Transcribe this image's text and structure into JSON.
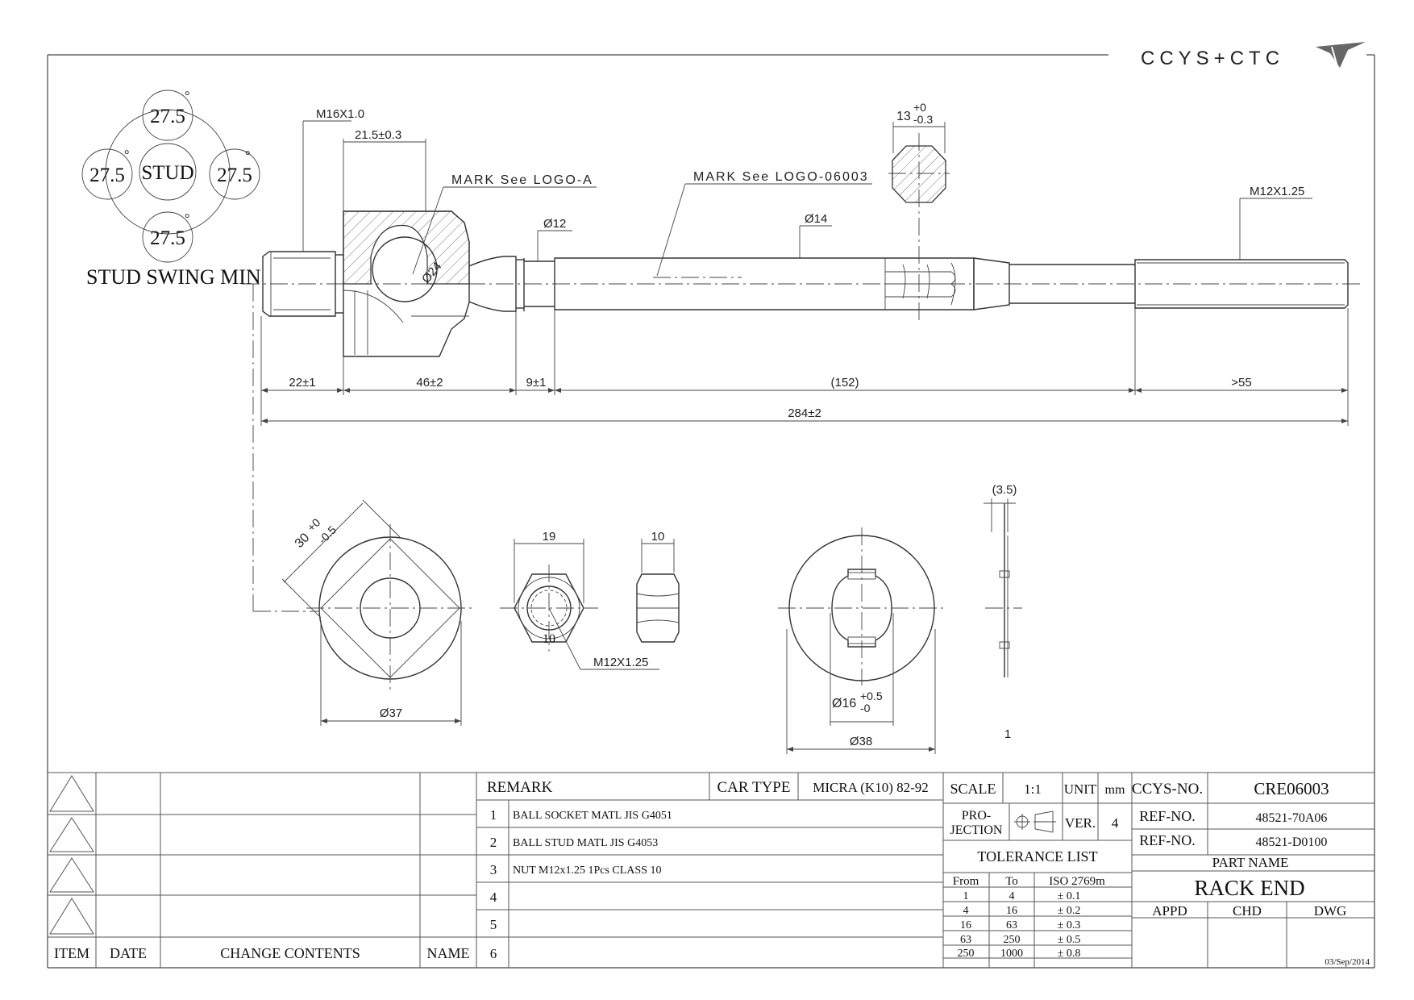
{
  "logo": {
    "text": "CCYS+CTC"
  },
  "stud_swing": {
    "angle_top": "27.5",
    "angle_left": "27.5",
    "angle_right": "27.5",
    "angle_bottom": "27.5",
    "degree_mark": "°",
    "center": "STUD",
    "caption": "STUD SWING MIN"
  },
  "rod_labels": {
    "thread_left": "M16X1.0",
    "socket_length": "21.5±0.3",
    "mark_a": "MARK See LOGO-A",
    "mark_b": "MARK See LOGO-06003",
    "dia_12": "Ø12",
    "dia_14": "Ø14",
    "dia_24": "Ø24",
    "hex_width_main": "13",
    "hex_width_upper": "+0",
    "hex_width_lower": "-0.3",
    "thread_right": "M12X1.25"
  },
  "rod_dims": {
    "d1": "22±1",
    "d2": "46±2",
    "d3": "9±1",
    "d4": "(152)",
    "d5": ">55",
    "overall": "284±2"
  },
  "detail_views": {
    "flat_main": "30",
    "flat_upper": "+0",
    "flat_lower": "-0.5",
    "disc_dia": "Ø37",
    "nut_width": "19",
    "nut_height": "10",
    "nut_inner": "10",
    "nut_thread": "M12X1.25",
    "washer_bore_main": "Ø16",
    "washer_bore_upper": "+0.5",
    "washer_bore_lower": "-0",
    "washer_dia": "Ø38",
    "washer_side_top": "(3.5)",
    "washer_side_bottom": "1"
  },
  "revision_table": {
    "headers": {
      "item": "ITEM",
      "date": "DATE",
      "contents": "CHANGE CONTENTS",
      "name": "NAME"
    }
  },
  "remarks": {
    "header": "REMARK",
    "car_type_label": "CAR TYPE",
    "car_type_value": "MICRA (K10) 82-92",
    "rows": [
      {
        "no": "1",
        "text": "BALL SOCKET MATL JIS G4051"
      },
      {
        "no": "2",
        "text": "BALL STUD MATL JIS G4053"
      },
      {
        "no": "3",
        "text": "NUT M12x1.25 1Pcs CLASS 10"
      },
      {
        "no": "4",
        "text": ""
      },
      {
        "no": "5",
        "text": ""
      },
      {
        "no": "6",
        "text": ""
      }
    ]
  },
  "spec": {
    "scale_label": "SCALE",
    "scale_value": "1:1",
    "unit_label": "UNIT",
    "unit_value": "mm",
    "projection_line1": "PRO-",
    "projection_line2": "JECTION",
    "ver_label": "VER.",
    "ver_value": "4"
  },
  "tolerance": {
    "title": "TOLERANCE LIST",
    "col_from": "From",
    "col_to": "To",
    "col_std": "ISO 2769m",
    "rows": [
      {
        "from": "1",
        "to": "4",
        "tol": "± 0.1"
      },
      {
        "from": "4",
        "to": "16",
        "tol": "± 0.2"
      },
      {
        "from": "16",
        "to": "63",
        "tol": "± 0.3"
      },
      {
        "from": "63",
        "to": "250",
        "tol": "± 0.5"
      },
      {
        "from": "250",
        "to": "1000",
        "tol": "± 0.8"
      }
    ]
  },
  "title_block": {
    "ccys_label": "CCYS-NO.",
    "ccys_value": "CRE06003",
    "ref1_label": "REF-NO.",
    "ref1_value": "48521-70A06",
    "ref2_label": "REF-NO.",
    "ref2_value": "48521-D0100",
    "part_name_label": "PART NAME",
    "part_name_value": "RACK END",
    "appd": "APPD",
    "chd": "CHD",
    "dwg": "DWG",
    "date": "03/Sep/2014"
  }
}
